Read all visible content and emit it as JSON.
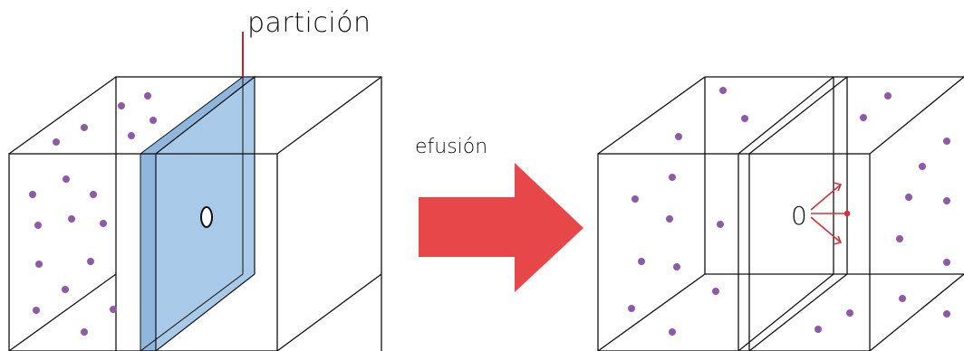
{
  "labels": {
    "partition": "partición",
    "effusion": "efusión"
  },
  "colors": {
    "partition_fill": "#a9c9e8",
    "particle": "#8e5aa7",
    "arrow": "#e8474a",
    "effusion_arrows": "#d2343a",
    "edge": "#111111"
  },
  "hole_symbol": "0",
  "icons": [
    "left-box-with-partition",
    "right-box",
    "effusion-arrow"
  ]
}
